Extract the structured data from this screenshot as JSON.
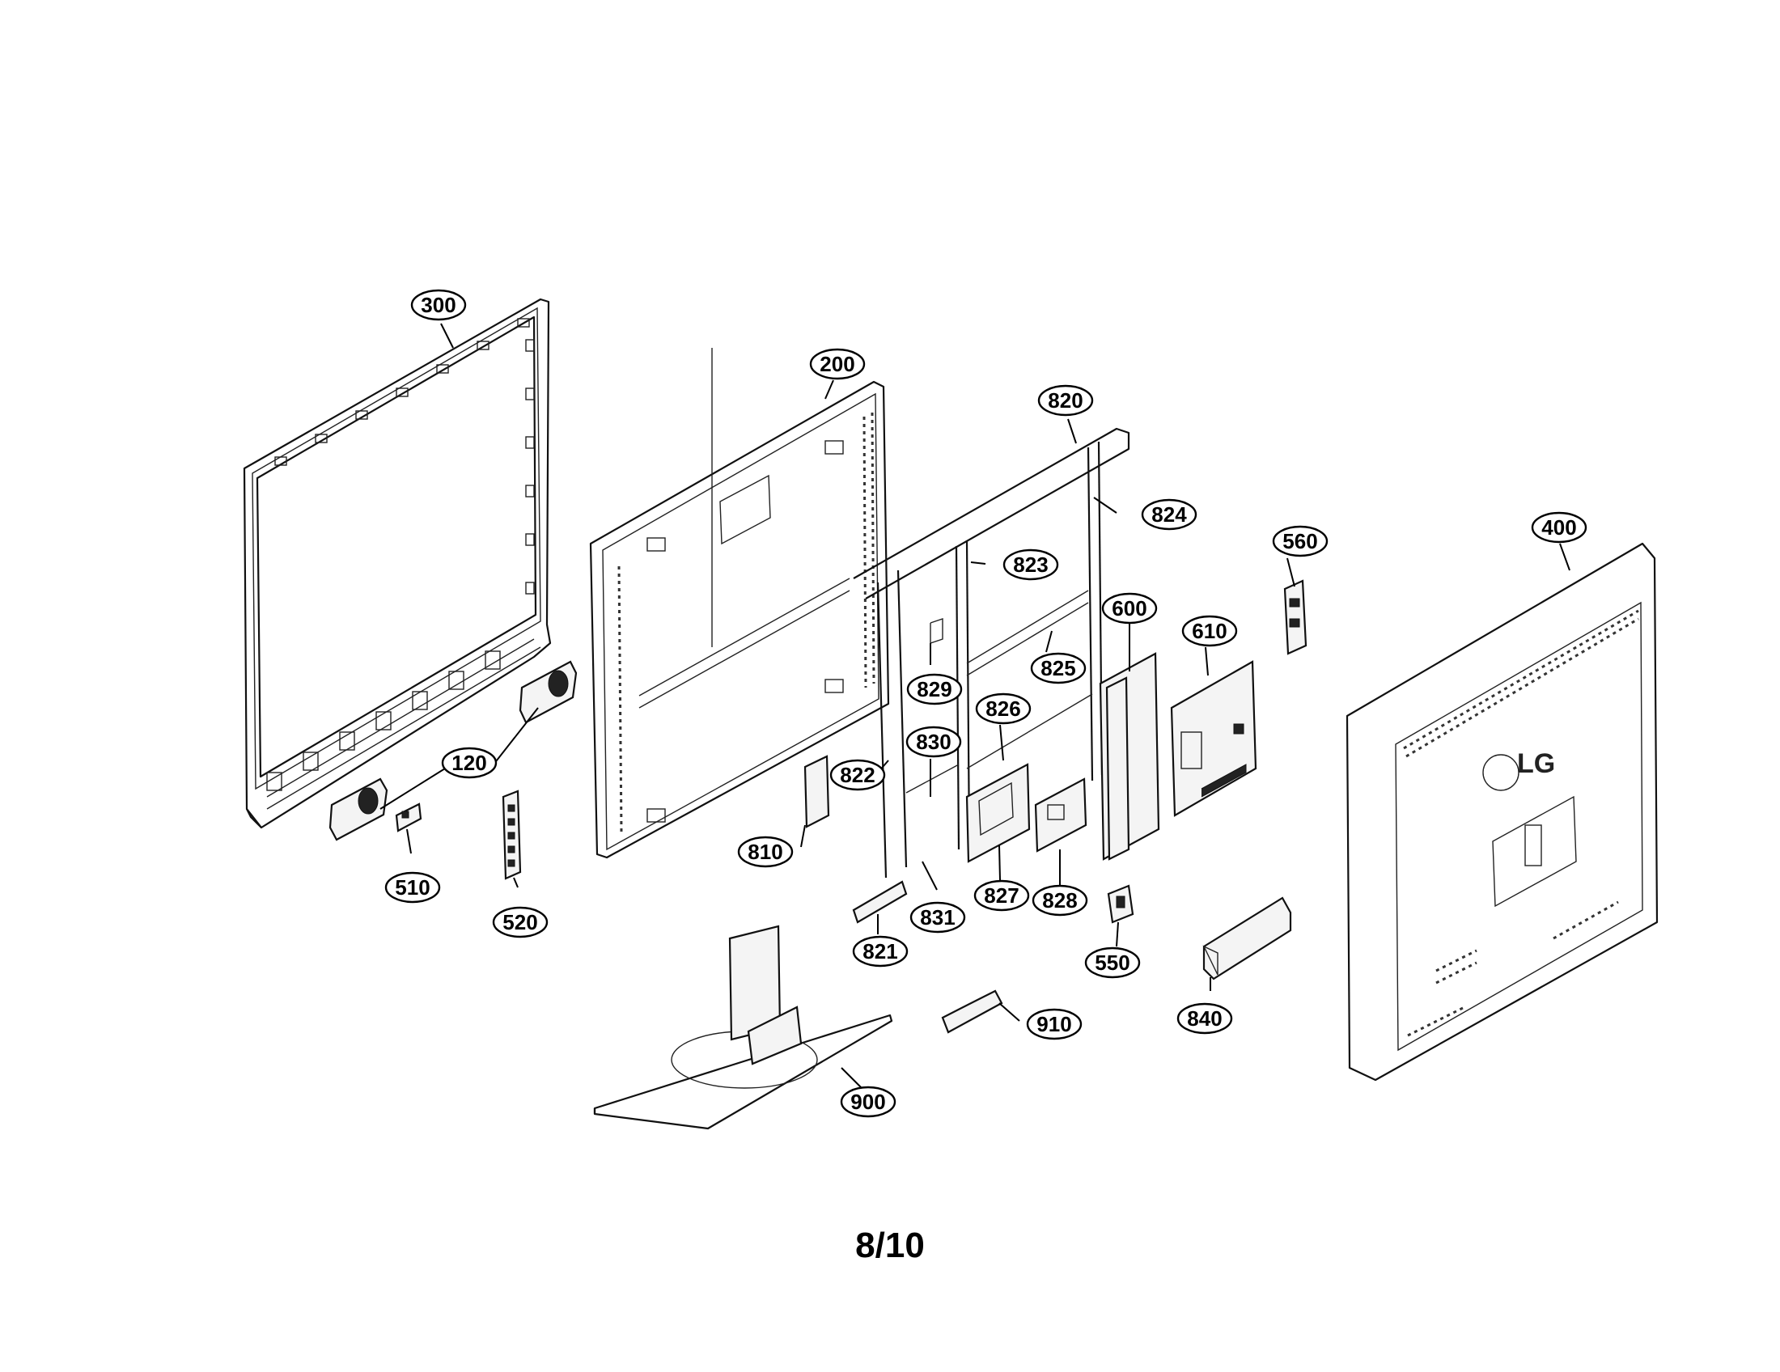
{
  "page": {
    "number_label": "8/10"
  },
  "brand": {
    "logo_text": "LG"
  },
  "callouts": [
    {
      "id": "300",
      "label": "300"
    },
    {
      "id": "200",
      "label": "200"
    },
    {
      "id": "820",
      "label": "820"
    },
    {
      "id": "824",
      "label": "824"
    },
    {
      "id": "823",
      "label": "823"
    },
    {
      "id": "560",
      "label": "560"
    },
    {
      "id": "400",
      "label": "400"
    },
    {
      "id": "600",
      "label": "600"
    },
    {
      "id": "610",
      "label": "610"
    },
    {
      "id": "825",
      "label": "825"
    },
    {
      "id": "829",
      "label": "829"
    },
    {
      "id": "826",
      "label": "826"
    },
    {
      "id": "830",
      "label": "830"
    },
    {
      "id": "822",
      "label": "822"
    },
    {
      "id": "120",
      "label": "120"
    },
    {
      "id": "810",
      "label": "810"
    },
    {
      "id": "510",
      "label": "510"
    },
    {
      "id": "520",
      "label": "520"
    },
    {
      "id": "827",
      "label": "827"
    },
    {
      "id": "828",
      "label": "828"
    },
    {
      "id": "831",
      "label": "831"
    },
    {
      "id": "821",
      "label": "821"
    },
    {
      "id": "550",
      "label": "550"
    },
    {
      "id": "840",
      "label": "840"
    },
    {
      "id": "910",
      "label": "910"
    },
    {
      "id": "900",
      "label": "900"
    }
  ]
}
